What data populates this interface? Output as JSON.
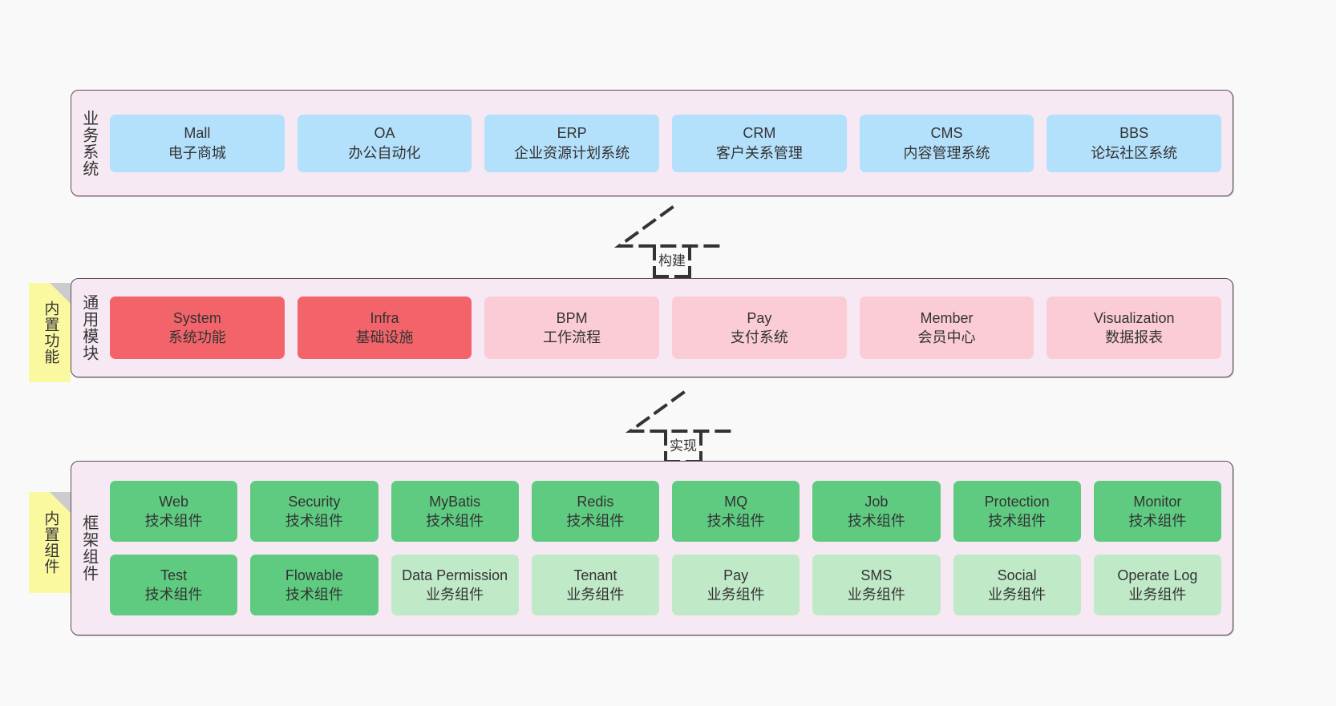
{
  "diagram": {
    "background": "#f9f9f9",
    "panel_fill": "#f7e9f3",
    "panel_border": "#5b4a57",
    "sticky_fill": "#fbf9a0",
    "sticky_fold": "#cccccc"
  },
  "layers": {
    "business": {
      "title": "业务系统",
      "items": [
        {
          "title": "Mall",
          "sub": "电子商城",
          "color": "#b3e0fb"
        },
        {
          "title": "OA",
          "sub": "办公自动化",
          "color": "#b3e0fb"
        },
        {
          "title": "ERP",
          "sub": "企业资源计划系统",
          "color": "#b3e0fb"
        },
        {
          "title": "CRM",
          "sub": "客户关系管理",
          "color": "#b3e0fb"
        },
        {
          "title": "CMS",
          "sub": "内容管理系统",
          "color": "#b3e0fb"
        },
        {
          "title": "BBS",
          "sub": "论坛社区系统",
          "color": "#b3e0fb"
        }
      ]
    },
    "common": {
      "title": "通用模块",
      "sticky": "内置功能",
      "items": [
        {
          "title": "System",
          "sub": "系统功能",
          "color": "#f2646a"
        },
        {
          "title": "Infra",
          "sub": "基础设施",
          "color": "#f2646a"
        },
        {
          "title": "BPM",
          "sub": "工作流程",
          "color": "#fbccd5"
        },
        {
          "title": "Pay",
          "sub": "支付系统",
          "color": "#fbccd5"
        },
        {
          "title": "Member",
          "sub": "会员中心",
          "color": "#fbccd5"
        },
        {
          "title": "Visualization",
          "sub": "数据报表",
          "color": "#fbccd5"
        }
      ]
    },
    "framework": {
      "title": "框架组件",
      "sticky": "内置组件",
      "row1": [
        {
          "title": "Web",
          "sub": "技术组件",
          "color": "#5fcb80"
        },
        {
          "title": "Security",
          "sub": "技术组件",
          "color": "#5fcb80"
        },
        {
          "title": "MyBatis",
          "sub": "技术组件",
          "color": "#5fcb80"
        },
        {
          "title": "Redis",
          "sub": "技术组件",
          "color": "#5fcb80"
        },
        {
          "title": "MQ",
          "sub": "技术组件",
          "color": "#5fcb80"
        },
        {
          "title": "Job",
          "sub": "技术组件",
          "color": "#5fcb80"
        },
        {
          "title": "Protection",
          "sub": "技术组件",
          "color": "#5fcb80"
        },
        {
          "title": "Monitor",
          "sub": "技术组件",
          "color": "#5fcb80"
        }
      ],
      "row2": [
        {
          "title": "Test",
          "sub": "技术组件",
          "color": "#5fcb80"
        },
        {
          "title": "Flowable",
          "sub": "技术组件",
          "color": "#5fcb80"
        },
        {
          "title": "Data Permission",
          "sub": "业务组件",
          "color": "#c0e9c8"
        },
        {
          "title": "Tenant",
          "sub": "业务组件",
          "color": "#c0e9c8"
        },
        {
          "title": "Pay",
          "sub": "业务组件",
          "color": "#c0e9c8"
        },
        {
          "title": "SMS",
          "sub": "业务组件",
          "color": "#c0e9c8"
        },
        {
          "title": "Social",
          "sub": "业务组件",
          "color": "#c0e9c8"
        },
        {
          "title": "Operate Log",
          "sub": "业务组件",
          "color": "#c0e9c8"
        }
      ]
    }
  },
  "arrows": {
    "build": {
      "label": "构建",
      "style": "dashed-generalization",
      "direction": "up"
    },
    "realize": {
      "label": "实现",
      "style": "dashed-generalization",
      "direction": "up"
    }
  }
}
